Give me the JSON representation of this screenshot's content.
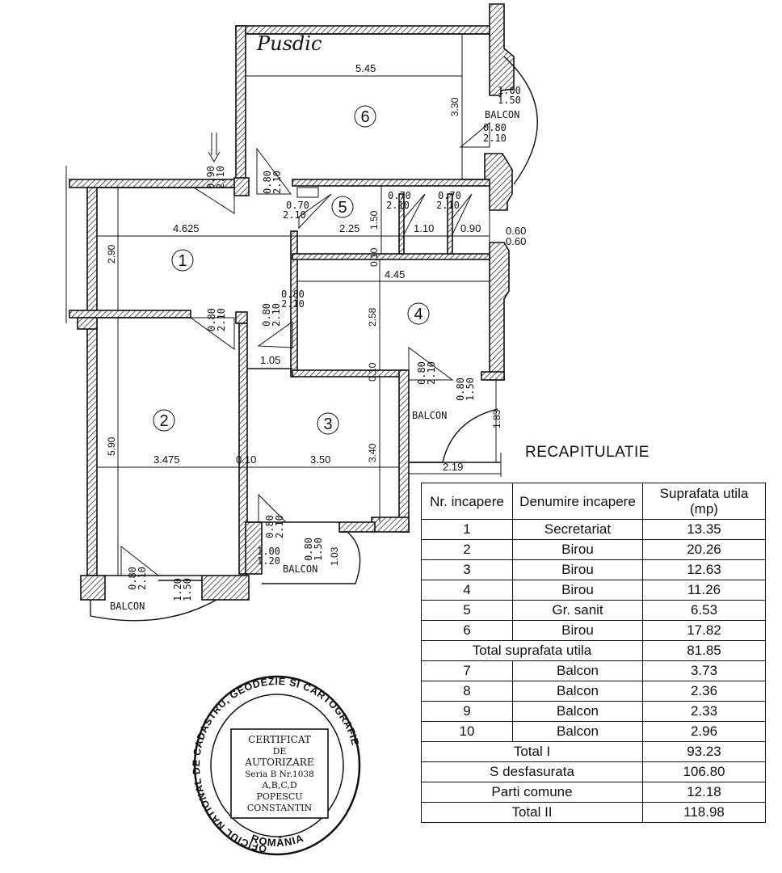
{
  "signature": "Pusdic",
  "rooms": [
    {
      "no": "1"
    },
    {
      "no": "2"
    },
    {
      "no": "3"
    },
    {
      "no": "4"
    },
    {
      "no": "5"
    },
    {
      "no": "6"
    }
  ],
  "dimensions": {
    "r6_width": "5.45",
    "r6_height": "3.30",
    "r1_width": "4.625",
    "r1_height": "2.90",
    "r5_width": "2.25",
    "r5_height": "1.50",
    "r5_w2": "1.10",
    "r5_w3": "0.90",
    "r5_w4": "0.60",
    "r5_w5": "0.60",
    "r4_width": "4.45",
    "r4_height": "2.58",
    "gap1": "0.10",
    "gap2": "0.10",
    "gap3": "0.10",
    "r3_step": "1.05",
    "r2_width": "3.475",
    "r2_height": "5.90",
    "r3_width": "3.50",
    "r3_height": "3.40",
    "balcony_depth": "1.83",
    "balcony_width": "2.19",
    "b_103": "1.03",
    "b_120": "1.20",
    "b_100": "1.00"
  },
  "doors": {
    "d1": "0.90",
    "d1h": "2.10",
    "d2": "0.80",
    "d2h": "2.10",
    "d3": "0.70",
    "d3h": "2.10",
    "d4": "0.70",
    "d4h": "2.10",
    "d5": "0.70",
    "d5h": "2.10",
    "d6": "0.80",
    "d6h": "2.10",
    "d7": "0.80",
    "d7h": "2.10",
    "d8": "0.80",
    "d8h": "2.10",
    "d9": "0.80",
    "d9h": "2.10",
    "d10": "0.80",
    "d10h": "2.10",
    "d11": "0.80",
    "d11h": "2.10",
    "d12": "0.80",
    "d12h": "2.10",
    "w1": "1.00",
    "w1h": "1.50",
    "w2": "0.80",
    "w2h": "1.50",
    "w3": "0.80",
    "w3h": "1.50",
    "w4": "1.20",
    "w4h": "1.50"
  },
  "balcony_label": "BALCON",
  "recap": {
    "title": "RECAPITULATIE",
    "headers": [
      "Nr. incapere",
      "Denumire incapere",
      "Suprafata utila (mp)"
    ],
    "rows": [
      [
        "1",
        "Secretariat",
        "13.35"
      ],
      [
        "2",
        "Birou",
        "20.26"
      ],
      [
        "3",
        "Birou",
        "12.63"
      ],
      [
        "4",
        "Birou",
        "11.26"
      ],
      [
        "5",
        "Gr. sanit",
        "6.53"
      ],
      [
        "6",
        "Birou",
        "17.82"
      ]
    ],
    "total_utila": {
      "label": "Total suprafata utila",
      "value": "81.85"
    },
    "balconies": [
      [
        "7",
        "Balcon",
        "3.73"
      ],
      [
        "8",
        "Balcon",
        "2.36"
      ],
      [
        "9",
        "Balcon",
        "2.33"
      ],
      [
        "10",
        "Balcon",
        "2.96"
      ]
    ],
    "totals": [
      {
        "label": "Total I",
        "value": "93.23"
      },
      {
        "label": "S desfasurata",
        "value": "106.80"
      },
      {
        "label": "Parti comune",
        "value": "12.18"
      },
      {
        "label": "Total II",
        "value": "118.98"
      }
    ]
  },
  "stamp": {
    "ring_text": "OFICIUL NATIONAL DE CADASTRU, GEODEZIE SI CARTOGRAFIE",
    "country": "ROMÂNIA",
    "lines": [
      "CERTIFICAT",
      "DE",
      "AUTORIZARE",
      "Seria B Nr.1038",
      "A,B,C,D",
      "POPESCU",
      "CONSTANTIN"
    ]
  }
}
